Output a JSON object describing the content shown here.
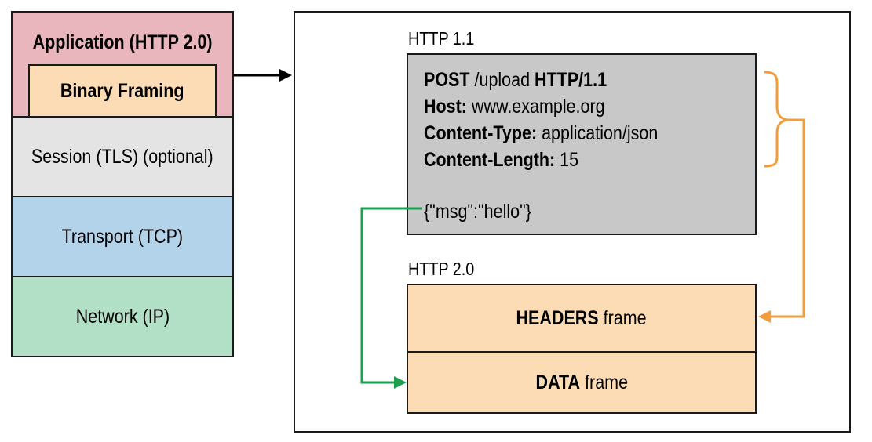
{
  "layers": {
    "application": "Application (HTTP 2.0)",
    "binary_framing": "Binary Framing",
    "session": "Session (TLS) (optional)",
    "transport": "Transport (TCP)",
    "network": "Network (IP)"
  },
  "http11": {
    "caption": "HTTP 1.1",
    "request_line": {
      "method": "POST",
      "path": " /upload ",
      "version": "HTTP/1.1"
    },
    "headers": [
      {
        "name": "Host:",
        "value": " www.example.org"
      },
      {
        "name": "Content-Type:",
        "value": " application/json"
      },
      {
        "name": "Content-Length:",
        "value": " 15"
      }
    ],
    "body": "{\"msg\":\"hello\"}"
  },
  "http20": {
    "caption": "HTTP 2.0",
    "headers_frame": {
      "name": "HEADERS",
      "suffix": " frame"
    },
    "data_frame": {
      "name": "DATA",
      "suffix": " frame"
    }
  },
  "colors": {
    "application": "#e8b6bc",
    "framing": "#fbdcb4",
    "session": "#e4e4e4",
    "transport": "#b3d3ea",
    "network": "#b2e0c6",
    "request_box": "#c8c8c8",
    "headers_arrow": "#f39c3c",
    "data_arrow": "#1e9e4e"
  }
}
